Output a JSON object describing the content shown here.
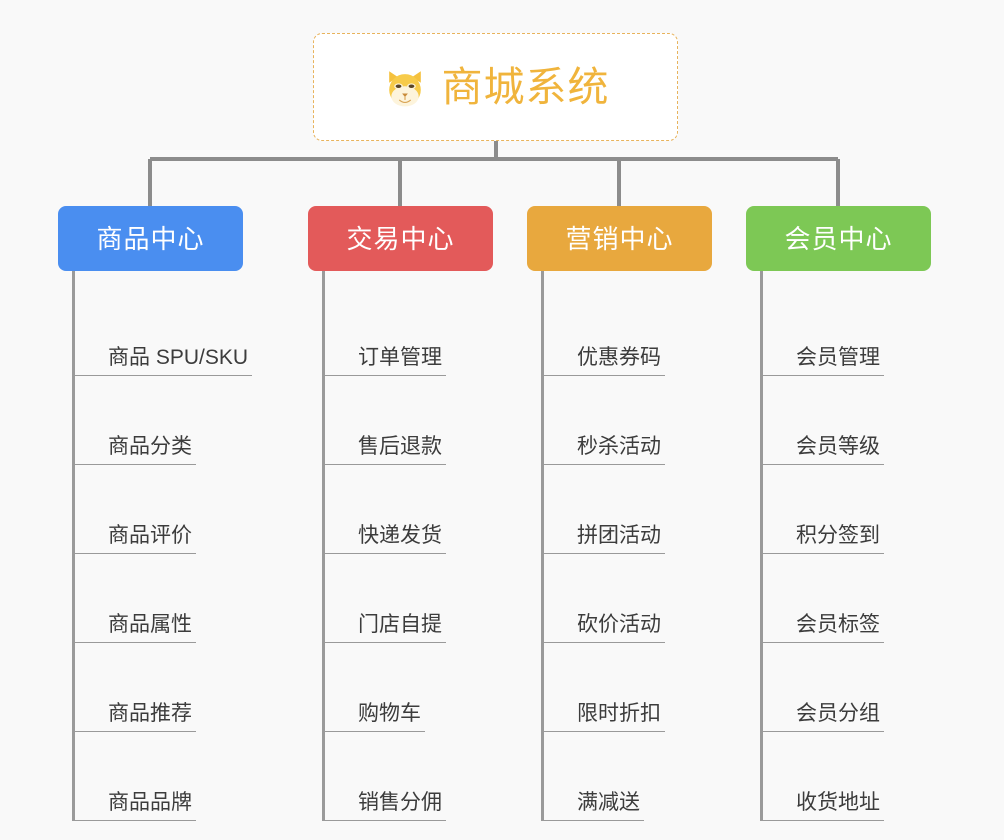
{
  "background_color": "#f9f9f9",
  "root": {
    "title": "商城系统",
    "icon": "shiba-dog-icon",
    "title_color": "#f0b43c",
    "border_color": "#e8b35c"
  },
  "branches": [
    {
      "label": "商品中心",
      "color": "#4a8ef0",
      "items": [
        "商品 SPU/SKU",
        "商品分类",
        "商品评价",
        "商品属性",
        "商品推荐",
        "商品品牌"
      ]
    },
    {
      "label": "交易中心",
      "color": "#e35a5a",
      "items": [
        "订单管理",
        "售后退款",
        "快递发货",
        "门店自提",
        "购物车",
        "销售分佣"
      ]
    },
    {
      "label": "营销中心",
      "color": "#e8a83e",
      "items": [
        "优惠券码",
        "秒杀活动",
        "拼团活动",
        "砍价活动",
        "限时折扣",
        "满减送"
      ]
    },
    {
      "label": "会员中心",
      "color": "#7dc855",
      "items": [
        "会员管理",
        "会员等级",
        "积分签到",
        "会员标签",
        "会员分组",
        "收货地址"
      ]
    }
  ],
  "connector_color": "#8c8c8c"
}
